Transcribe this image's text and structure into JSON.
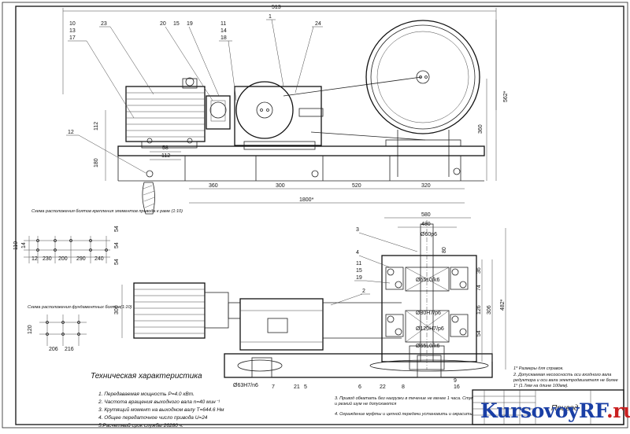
{
  "top_view": {
    "dims": {
      "overall_width": "513",
      "height_total": "562*",
      "height_wheel": "360",
      "d112_v": "112",
      "d180_v": "180",
      "d58": "58",
      "d112_h": "112",
      "s360": "360",
      "s300": "300",
      "s520": "520",
      "s320": "320",
      "total_1800": "1800*"
    },
    "balloons": [
      "10",
      "13",
      "17",
      "23",
      "20",
      "15",
      "19",
      "11",
      "14",
      "18",
      "1",
      "24",
      "12"
    ]
  },
  "bolt_scheme_1": {
    "caption": "Схема расположения болтов крепления элементов привода к раме (1:10)",
    "dims": [
      "12",
      "230",
      "200",
      "290",
      "240",
      "110",
      "14",
      "54",
      "54",
      "54"
    ]
  },
  "bolt_scheme_2": {
    "caption": "Схема расположения фундаментных болтов(1:10)",
    "dims": [
      "206",
      "216",
      "120"
    ]
  },
  "plan_view": {
    "balloons": [
      "2",
      "7",
      "21",
      "5",
      "6",
      "22",
      "8",
      "16",
      "9"
    ],
    "dims": {
      "h300": "300",
      "fit_motor": "Ø63H7/n6"
    }
  },
  "gearbox_section": {
    "dims": {
      "w580": "580",
      "w480": "480",
      "shaft": "Ø60p6",
      "d80": "80",
      "d36": "36",
      "d74": "74",
      "d126": "126",
      "d306": "306",
      "d54": "54",
      "d482": "482*",
      "fit1": "Ø65L0/k6",
      "fit2": "Ø80H7/p6",
      "fit3": "Ø120H7/p6",
      "fit4": "Ø65L0/k6"
    },
    "balloons": [
      "3",
      "4",
      "11",
      "15",
      "19"
    ]
  },
  "spec": {
    "title": "Техническая характеристика",
    "items": [
      "1. Передаваемая мощность P=4.0 кВт.",
      "2. Частота вращения выходного вала n=40 мин⁻¹",
      "3. Крутящий момент на выходном валу T=644.6 Нм",
      "4. Общее передаточное число привода U=24",
      "5.Расчетный срок службы 26280 ч."
    ]
  },
  "req_notes": [
    "3. Привод обкатать без нагрузки в течение не менее 1 часа. Стук",
    "и резкий шум не допускаются",
    "4. Ограждение муфты и цепной передачи установить и окрасить."
  ],
  "right_notes": [
    "1* Размеры для справок.",
    "2. Допускаемая несоосность оси входного вала",
    "редуктора и оси вала электродвигателя не более",
    "1° (1.7мм на длине 100мм)."
  ],
  "title_block": {
    "name": "Привод"
  },
  "watermark": {
    "part1": "KursovoyRF",
    "part2": ".ru"
  }
}
